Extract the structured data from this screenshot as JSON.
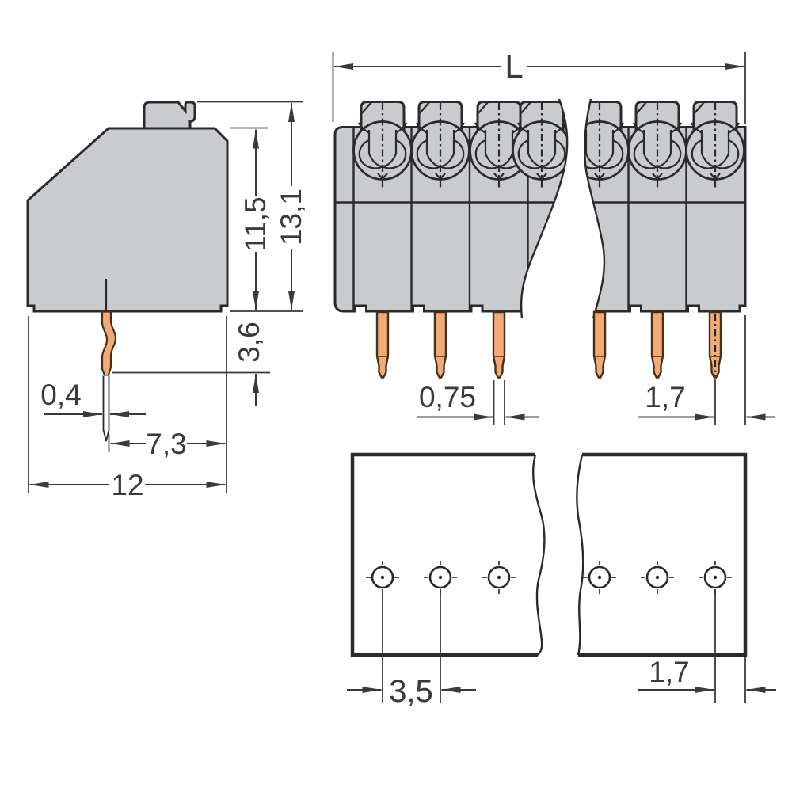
{
  "drawing": {
    "colors": {
      "background": "#ffffff",
      "housing_fill": "#c9cbcd",
      "housing_outline": "#2a2a2e",
      "pin_fill": "#f2ab74",
      "pin_outline": "#41301f",
      "dimension_color": "#3a3a3a"
    },
    "side_view": {
      "height_upper_label": "11,5",
      "height_total_label": "13,1",
      "pin_root_label": "3,6",
      "pin_width_label": "0,4",
      "pin_to_edge_label": "7,3",
      "depth_label": "12"
    },
    "front_view": {
      "length_label": "L",
      "pin_square_label": "0,75",
      "edge_distance_label": "1,7"
    },
    "drill_plan": {
      "pitch_label": "3,5",
      "edge_distance_label": "1,7"
    }
  }
}
